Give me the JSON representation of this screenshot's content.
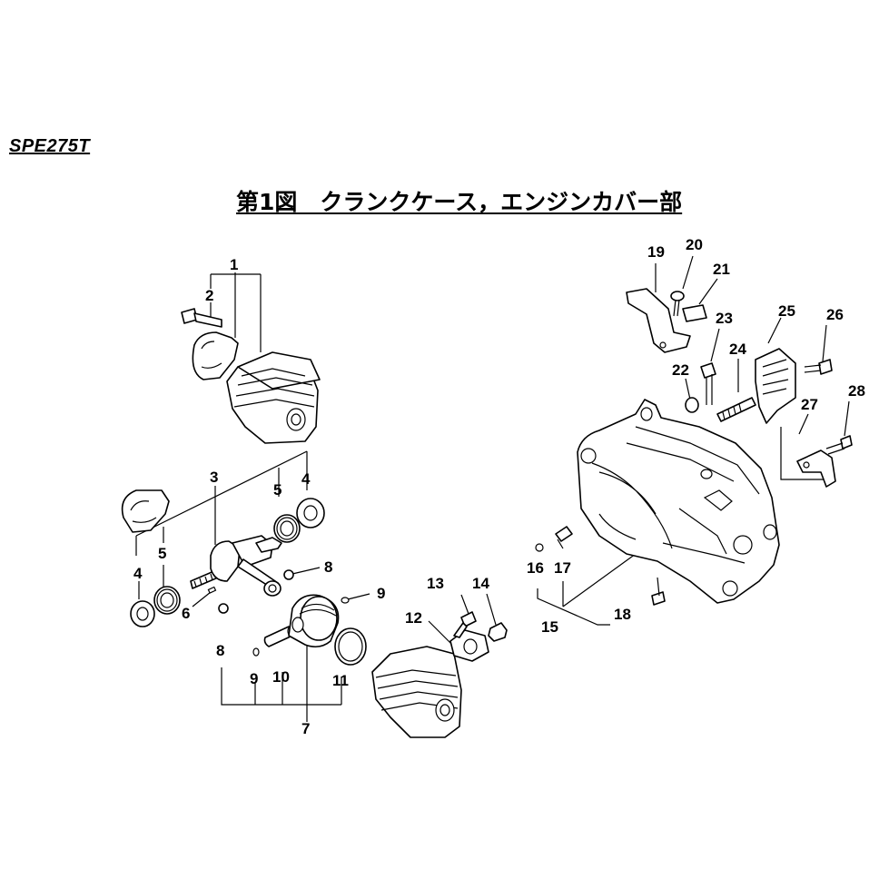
{
  "header": {
    "model_code": "SPE275T",
    "figure_title": "第1図　クランクケース，エンジンカバー部"
  },
  "callouts": {
    "c1": "1",
    "c2": "2",
    "c3": "3",
    "c4a": "4",
    "c4b": "4",
    "c5a": "5",
    "c5b": "5",
    "c6": "6",
    "c7": "7",
    "c8a": "8",
    "c8b": "8",
    "c9a": "9",
    "c9b": "9",
    "c10": "10",
    "c11": "11",
    "c12": "12",
    "c13": "13",
    "c14": "14",
    "c15": "15",
    "c16": "16",
    "c17": "17",
    "c18": "18",
    "c19": "19",
    "c20": "20",
    "c21": "21",
    "c22": "22",
    "c23": "23",
    "c24": "24",
    "c25": "25",
    "c26": "26",
    "c27": "27",
    "c28": "28"
  }
}
